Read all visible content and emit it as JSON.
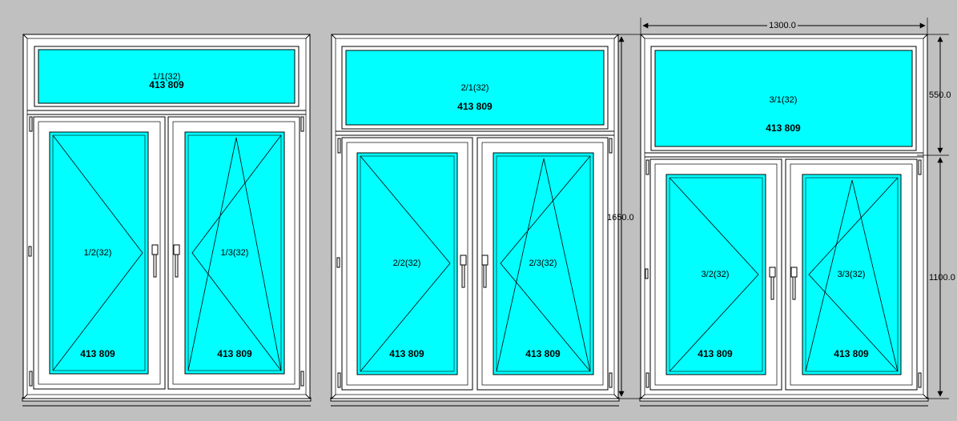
{
  "colors": {
    "background": "#c0c0c0",
    "glass": "#00ffff",
    "frame": "#ffffff",
    "line": "#000000"
  },
  "windows": [
    {
      "id": "1",
      "transom": {
        "label": "1/1(32)",
        "code": "413 809"
      },
      "sashes": [
        {
          "label": "1/2(32)",
          "code": "413 809",
          "opening": "turn-right"
        },
        {
          "label": "1/3(32)",
          "code": "413 809",
          "opening": "tilt-turn-left"
        }
      ]
    },
    {
      "id": "2",
      "transom": {
        "label": "2/1(32)",
        "code": "413 809"
      },
      "sashes": [
        {
          "label": "2/2(32)",
          "code": "413 809",
          "opening": "turn-right"
        },
        {
          "label": "2/3(32)",
          "code": "413 809",
          "opening": "tilt-turn-left"
        }
      ],
      "dimensions": {
        "height": "1650.0"
      }
    },
    {
      "id": "3",
      "transom": {
        "label": "3/1(32)",
        "code": "413 809"
      },
      "sashes": [
        {
          "label": "3/2(32)",
          "code": "413 809",
          "opening": "turn-right"
        },
        {
          "label": "3/3(32)",
          "code": "413 809",
          "opening": "tilt-turn-left"
        }
      ],
      "dimensions": {
        "width": "1300.0",
        "transom_height": "550.0",
        "lower_height": "1100.0"
      }
    }
  ]
}
